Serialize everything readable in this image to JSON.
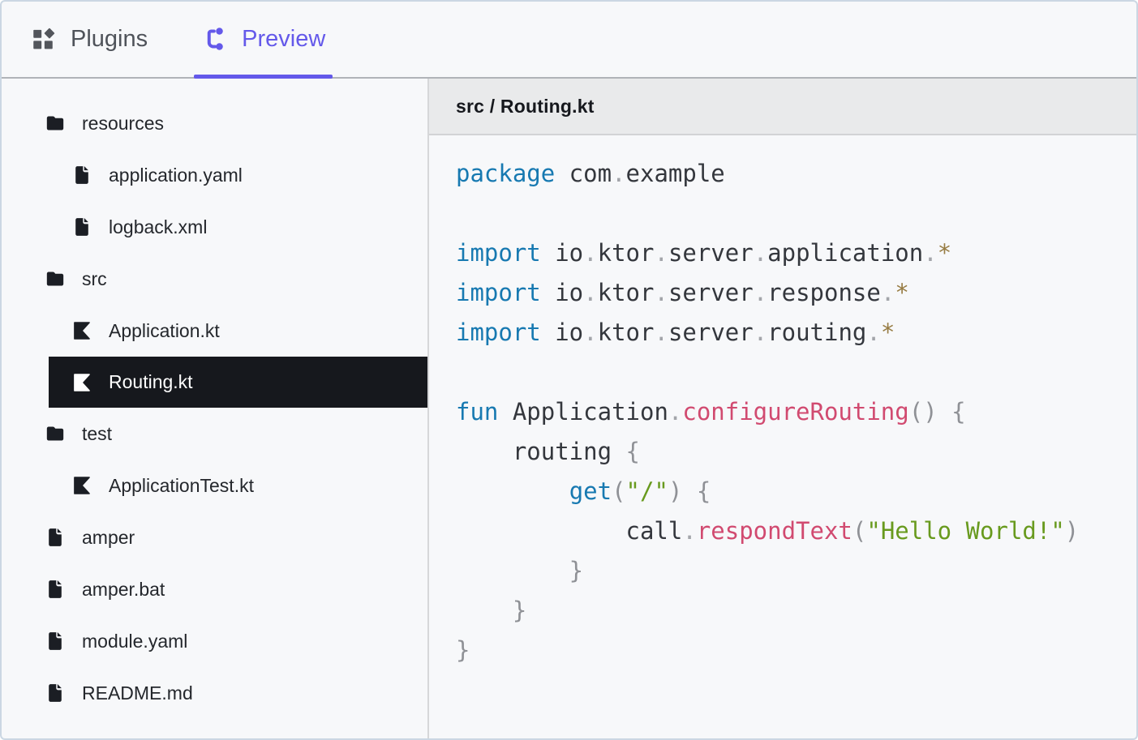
{
  "colors": {
    "bg": "#f7f8fa",
    "frame": "#cbd7e3",
    "accent": "#6459ea",
    "sel-bg": "#16181d",
    "sel-fg": "#ffffff",
    "kw": "#1779b1",
    "plain": "#34373d",
    "punct": "#a3a5aa",
    "brace": "#8f9196",
    "func": "#d14a70",
    "string": "#689a1e",
    "star": "#977c43"
  },
  "tabs": [
    {
      "label": "Plugins",
      "icon": "plugins-grid-icon",
      "active": false
    },
    {
      "label": "Preview",
      "icon": "project-tree-icon",
      "active": true
    }
  ],
  "file_tree": {
    "items": [
      {
        "name": "resources",
        "type": "folder",
        "icon": "folder-icon",
        "level": 0,
        "selected": false
      },
      {
        "name": "application.yaml",
        "type": "file",
        "icon": "file-icon",
        "level": 1,
        "selected": false
      },
      {
        "name": "logback.xml",
        "type": "file",
        "icon": "file-icon",
        "level": 1,
        "selected": false
      },
      {
        "name": "src",
        "type": "folder",
        "icon": "folder-icon",
        "level": 0,
        "selected": false
      },
      {
        "name": "Application.kt",
        "type": "kotlin",
        "icon": "kotlin-file-icon",
        "level": 1,
        "selected": false
      },
      {
        "name": "Routing.kt",
        "type": "kotlin",
        "icon": "kotlin-file-icon",
        "level": 1,
        "selected": true
      },
      {
        "name": "test",
        "type": "folder",
        "icon": "folder-icon",
        "level": 0,
        "selected": false
      },
      {
        "name": "ApplicationTest.kt",
        "type": "kotlin",
        "icon": "kotlin-file-icon",
        "level": 1,
        "selected": false
      },
      {
        "name": "amper",
        "type": "file",
        "icon": "file-icon",
        "level": 0,
        "selected": false
      },
      {
        "name": "amper.bat",
        "type": "file",
        "icon": "file-icon",
        "level": 0,
        "selected": false
      },
      {
        "name": "module.yaml",
        "type": "file",
        "icon": "file-icon",
        "level": 0,
        "selected": false
      },
      {
        "name": "README.md",
        "type": "file",
        "icon": "file-icon",
        "level": 0,
        "selected": false
      }
    ]
  },
  "editor": {
    "breadcrumb": "src / Routing.kt",
    "code_lines": [
      [
        {
          "t": "package",
          "c": "keyword"
        },
        {
          "t": " com",
          "c": "plain"
        },
        {
          "t": ".",
          "c": "punct"
        },
        {
          "t": "example",
          "c": "plain"
        }
      ],
      [],
      [
        {
          "t": "import",
          "c": "keyword"
        },
        {
          "t": " io",
          "c": "plain"
        },
        {
          "t": ".",
          "c": "punct"
        },
        {
          "t": "ktor",
          "c": "plain"
        },
        {
          "t": ".",
          "c": "punct"
        },
        {
          "t": "server",
          "c": "plain"
        },
        {
          "t": ".",
          "c": "punct"
        },
        {
          "t": "application",
          "c": "plain"
        },
        {
          "t": ".",
          "c": "punct"
        },
        {
          "t": "*",
          "c": "wildcard"
        }
      ],
      [
        {
          "t": "import",
          "c": "keyword"
        },
        {
          "t": " io",
          "c": "plain"
        },
        {
          "t": ".",
          "c": "punct"
        },
        {
          "t": "ktor",
          "c": "plain"
        },
        {
          "t": ".",
          "c": "punct"
        },
        {
          "t": "server",
          "c": "plain"
        },
        {
          "t": ".",
          "c": "punct"
        },
        {
          "t": "response",
          "c": "plain"
        },
        {
          "t": ".",
          "c": "punct"
        },
        {
          "t": "*",
          "c": "wildcard"
        }
      ],
      [
        {
          "t": "import",
          "c": "keyword"
        },
        {
          "t": " io",
          "c": "plain"
        },
        {
          "t": ".",
          "c": "punct"
        },
        {
          "t": "ktor",
          "c": "plain"
        },
        {
          "t": ".",
          "c": "punct"
        },
        {
          "t": "server",
          "c": "plain"
        },
        {
          "t": ".",
          "c": "punct"
        },
        {
          "t": "routing",
          "c": "plain"
        },
        {
          "t": ".",
          "c": "punct"
        },
        {
          "t": "*",
          "c": "wildcard"
        }
      ],
      [],
      [
        {
          "t": "fun",
          "c": "keyword"
        },
        {
          "t": " Application",
          "c": "plain"
        },
        {
          "t": ".",
          "c": "punct"
        },
        {
          "t": "configureRouting",
          "c": "function"
        },
        {
          "t": "() {",
          "c": "brace"
        }
      ],
      [
        {
          "t": "    routing ",
          "c": "plain"
        },
        {
          "t": "{",
          "c": "brace"
        }
      ],
      [
        {
          "t": "        ",
          "c": "plain"
        },
        {
          "t": "get",
          "c": "keyword"
        },
        {
          "t": "(",
          "c": "brace"
        },
        {
          "t": "\"/\"",
          "c": "string"
        },
        {
          "t": ") {",
          "c": "brace"
        }
      ],
      [
        {
          "t": "            call",
          "c": "plain"
        },
        {
          "t": ".",
          "c": "punct"
        },
        {
          "t": "respondText",
          "c": "function"
        },
        {
          "t": "(",
          "c": "brace"
        },
        {
          "t": "\"Hello World!\"",
          "c": "string"
        },
        {
          "t": ")",
          "c": "brace"
        }
      ],
      [
        {
          "t": "        }",
          "c": "brace"
        }
      ],
      [
        {
          "t": "    }",
          "c": "brace"
        }
      ],
      [
        {
          "t": "}",
          "c": "brace"
        }
      ]
    ]
  }
}
